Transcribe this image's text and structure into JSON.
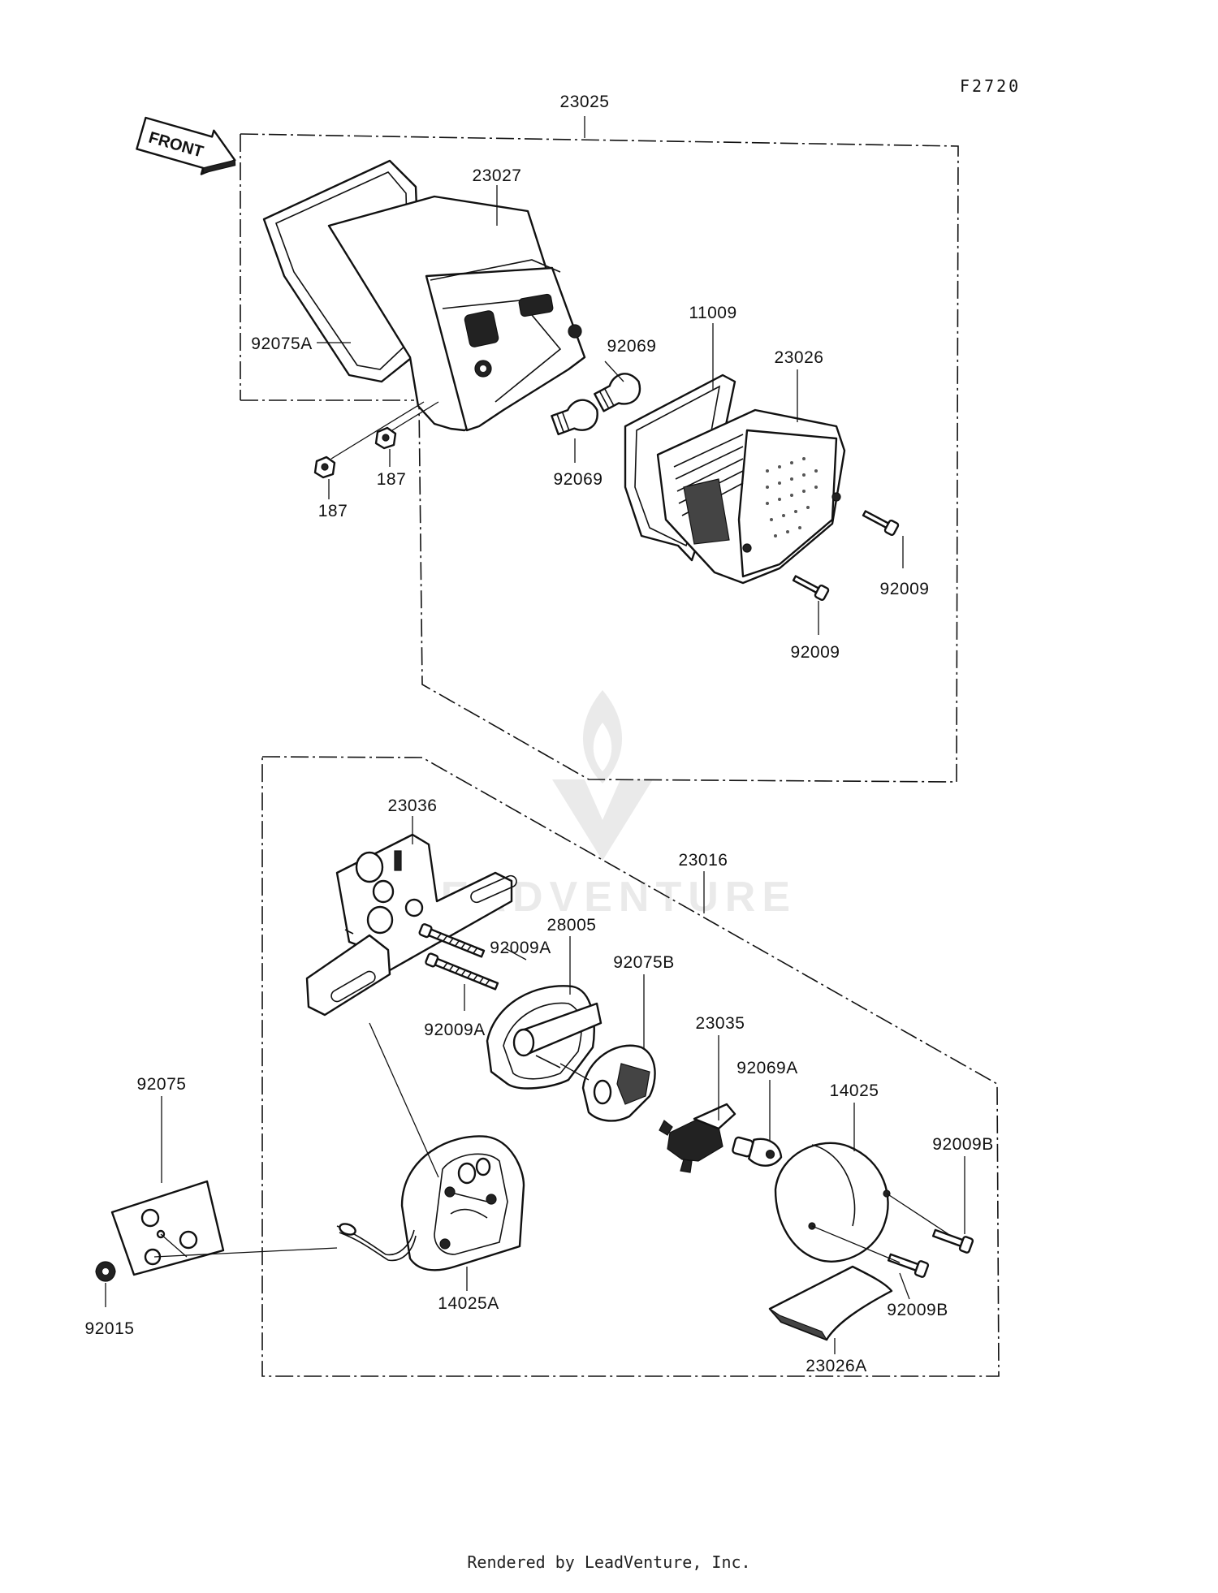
{
  "figure_code": "F2720",
  "front_arrow_label": "FRONT",
  "watermark": "LEADVENTURE",
  "footer": "Rendered by LeadVenture, Inc.",
  "upper_group": {
    "assembly": "23025",
    "housing": "23027",
    "gasket": "92075A",
    "bulb_left": "92069",
    "bulb_right": "92069",
    "lens_gasket": "11009",
    "lens": "23026",
    "nut_left": "187",
    "nut_right": "187",
    "screw_right": "92009",
    "screw_lower": "92009"
  },
  "lower_group": {
    "bracket": "23036",
    "assembly": "23016",
    "bolt_upper": "92009A",
    "bolt_lower": "92009A",
    "case": "28005",
    "gasket": "92075B",
    "socket": "23035",
    "bulb": "92069A",
    "lens": "14025",
    "screw_upper": "92009B",
    "screw_lower": "92009B",
    "plate": "92075",
    "grommet": "92015",
    "housing": "14025A",
    "cover": "23026A"
  }
}
